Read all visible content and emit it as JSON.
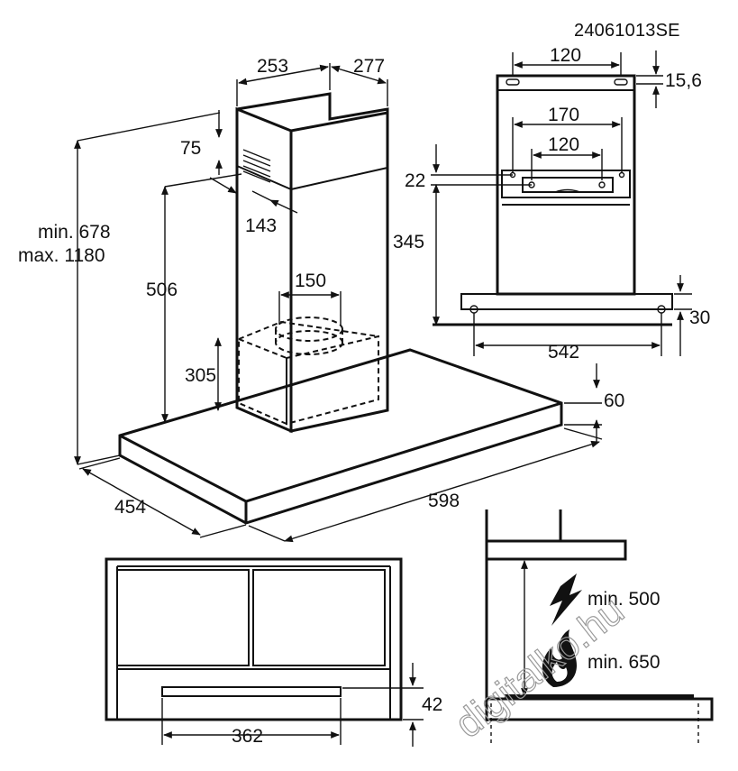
{
  "header": {
    "model_code": "24061013SE"
  },
  "main_view": {
    "chimney_width": "253",
    "chimney_depth": "277",
    "vent_offset_top": "75",
    "vent_offset_side": "143",
    "total_height_min": "min. 678",
    "total_height_max": "max. 1180",
    "hood_to_vent": "506",
    "outlet_diameter": "150",
    "motor_height": "305",
    "canopy_thickness": "60",
    "canopy_depth": "454",
    "canopy_width": "598"
  },
  "bracket_view": {
    "top_hole_spacing": "120",
    "top_offset": "15,6",
    "mid_hole_spacing_outer": "170",
    "mid_hole_spacing_inner": "120",
    "bracket_height": "22",
    "bracket_to_canopy": "345",
    "canopy_fix_offset": "30",
    "canopy_fix_spacing": "542"
  },
  "underside_view": {
    "filter_width": "362",
    "filter_offset": "42"
  },
  "clearance_view": {
    "electric_min": "min. 500",
    "gas_min": "min. 650",
    "electric_icon": "lightning-icon",
    "gas_icon": "flame-icon"
  },
  "watermark": {
    "text": "digitalko.hu"
  }
}
